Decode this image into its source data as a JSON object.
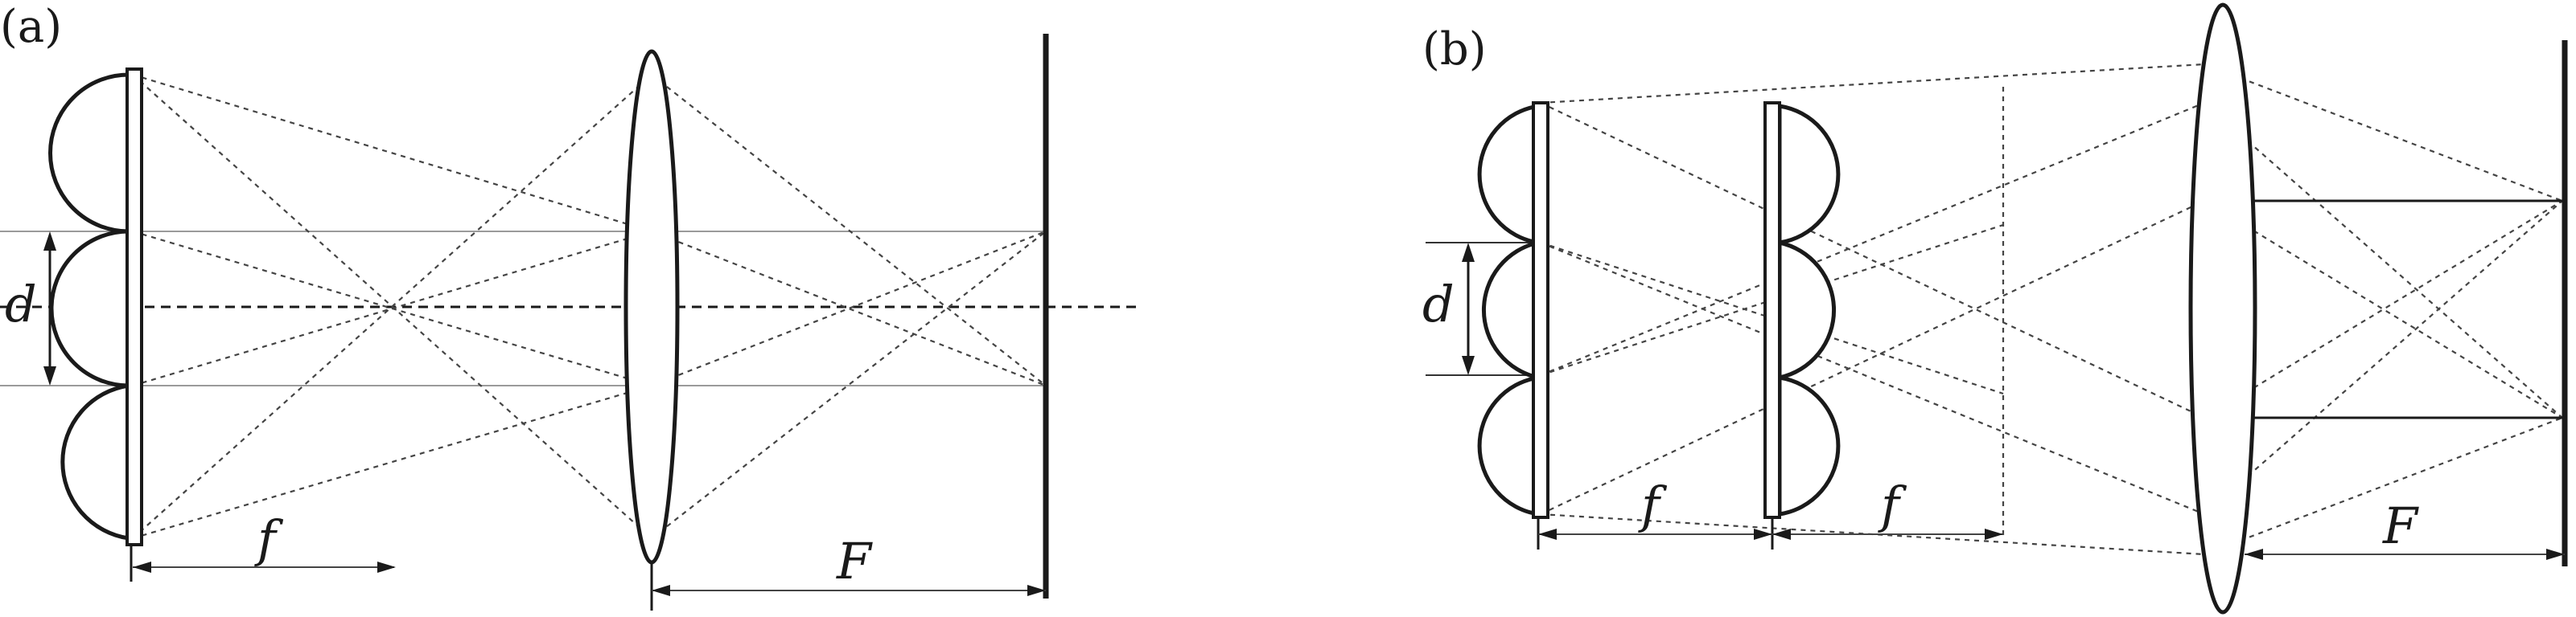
{
  "panels": [
    {
      "label": "(a)",
      "d_label": "d",
      "f_label": "f",
      "F_label": "F"
    },
    {
      "label": "(b)",
      "d_label": "d",
      "f1_label": "f",
      "f2_label": "f",
      "F_label": "F"
    }
  ]
}
